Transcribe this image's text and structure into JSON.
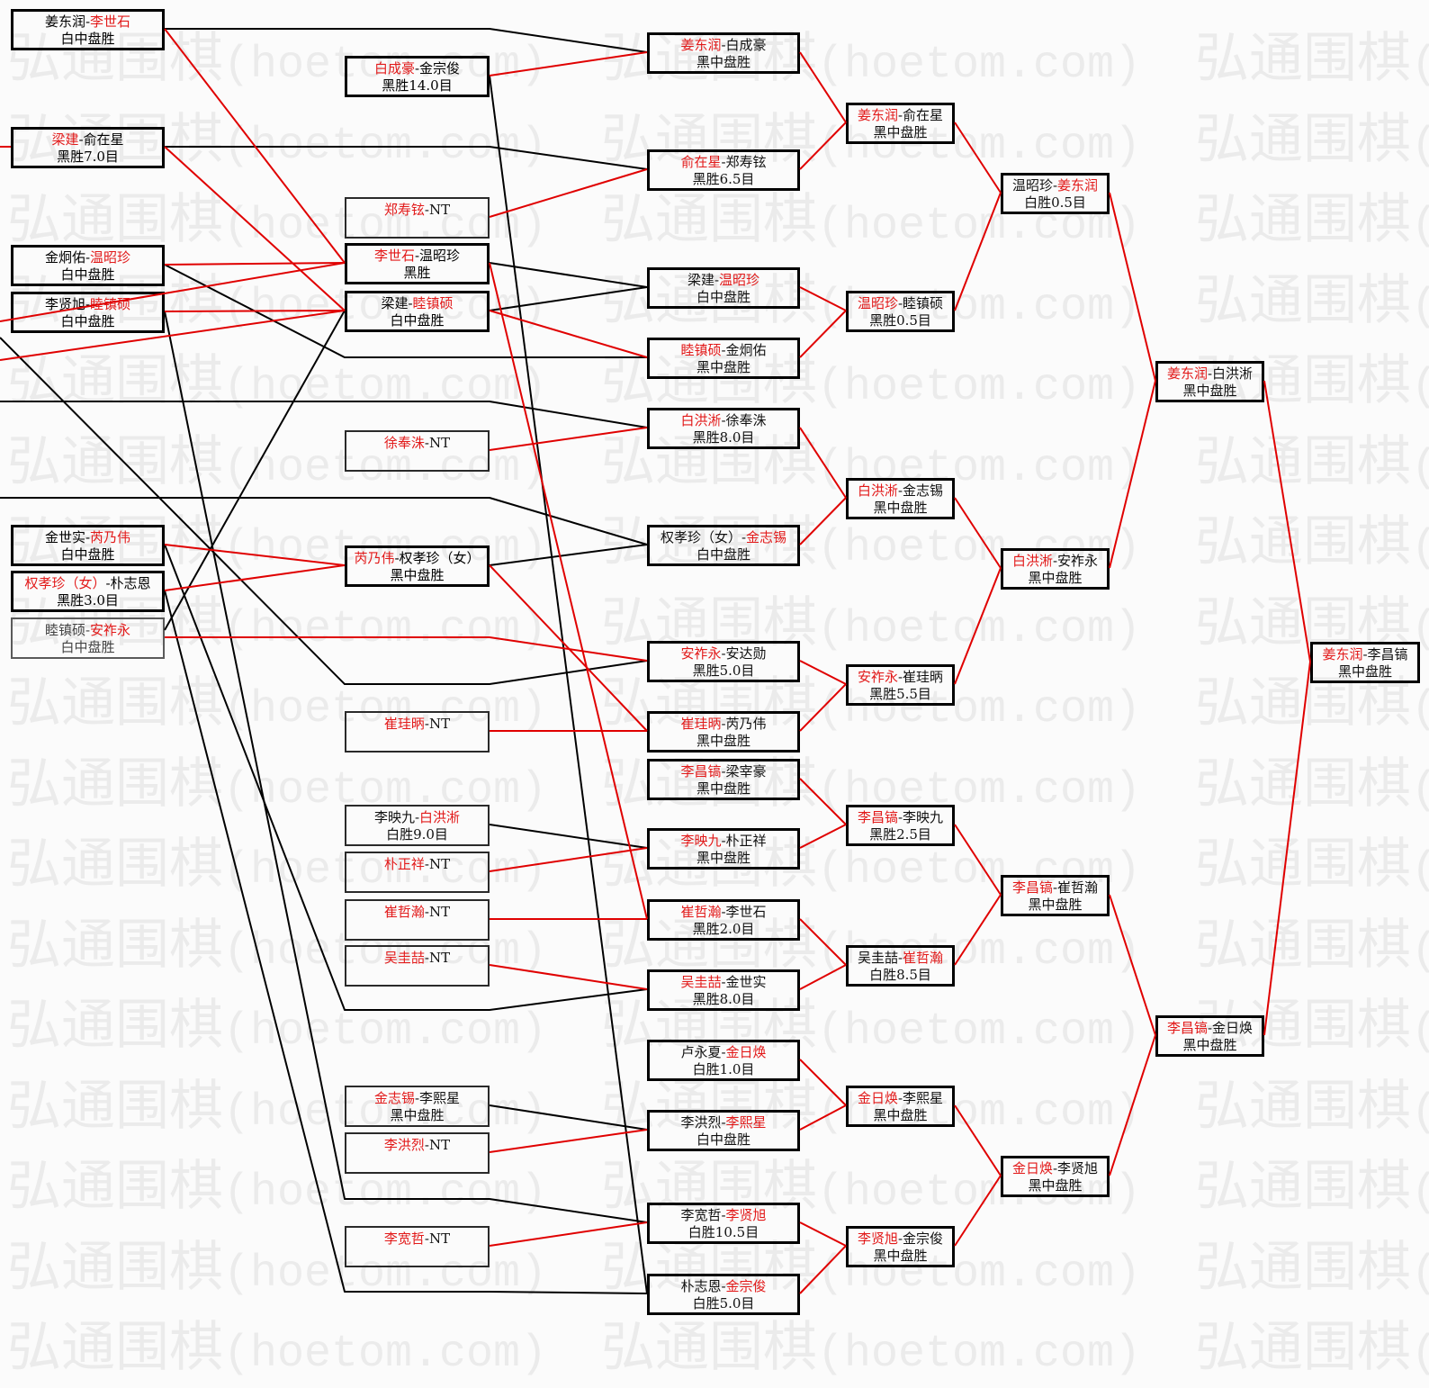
{
  "watermark": {
    "cn": "弘通围棋",
    "en": "(hoetom.com)"
  },
  "separator": "-",
  "colors": {
    "winner_text": "#e21a1a",
    "winner_line": "#e00000",
    "other_line": "#000000",
    "background": "#fbfbfb"
  },
  "bracket": {
    "col1": [
      {
        "p1": "姜东润",
        "p2": "李世石",
        "winner": "p2",
        "result": "白中盘胜"
      },
      {
        "p1": "梁建",
        "p2": "俞在星",
        "winner": "p1",
        "result": "黑胜7.0目"
      },
      {
        "p1": "金炯佑",
        "p2": "温昭珍",
        "winner": "p2",
        "result": "白中盘胜"
      },
      {
        "p1": "李贤旭",
        "p2": "睦镇硕",
        "winner": "p2",
        "result": "白中盘胜"
      },
      {
        "p1": "金世实",
        "p2": "芮乃伟",
        "winner": "p2",
        "result": "白中盘胜"
      },
      {
        "p1": "权孝珍（女）",
        "p2": "朴志恩",
        "winner": "p1",
        "result": "黑胜3.0目"
      },
      {
        "p1": "睦镇硕",
        "p2": "安祚永",
        "winner": "p2",
        "result": "白中盘胜"
      }
    ],
    "col2": [
      {
        "p1": "白成豪",
        "p2": "金宗俊",
        "winner": "p1",
        "result": "黑胜14.0目"
      },
      {
        "p1": "郑寿铉",
        "p2": "NT",
        "winner": "p1",
        "result": ""
      },
      {
        "p1": "李世石",
        "p2": "温昭珍",
        "winner": "p1",
        "result": "黑胜"
      },
      {
        "p1": "梁建",
        "p2": "睦镇硕",
        "winner": "p2",
        "result": "白中盘胜"
      },
      {
        "p1": "徐奉洙",
        "p2": "NT",
        "winner": "p1",
        "result": ""
      },
      {
        "p1": "芮乃伟",
        "p2": "权孝珍（女）",
        "winner": "p1",
        "result": "黑中盘胜"
      },
      {
        "p1": "崔珪昞",
        "p2": "NT",
        "winner": "p1",
        "result": ""
      },
      {
        "p1": "李映九",
        "p2": "白洪淅",
        "winner": "p2",
        "result": "白胜9.0目"
      },
      {
        "p1": "朴正祥",
        "p2": "NT",
        "winner": "p1",
        "result": ""
      },
      {
        "p1": "崔哲瀚",
        "p2": "NT",
        "winner": "p1",
        "result": ""
      },
      {
        "p1": "吴圭喆",
        "p2": "NT",
        "winner": "p1",
        "result": ""
      },
      {
        "p1": "金志锡",
        "p2": "李熙星",
        "winner": "p1",
        "result": "黑中盘胜"
      },
      {
        "p1": "李洪烈",
        "p2": "NT",
        "winner": "p1",
        "result": ""
      },
      {
        "p1": "李宽哲",
        "p2": "NT",
        "winner": "p1",
        "result": ""
      }
    ],
    "col3": [
      {
        "p1": "姜东润",
        "p2": "白成豪",
        "winner": "p1",
        "result": "黑中盘胜"
      },
      {
        "p1": "俞在星",
        "p2": "郑寿铉",
        "winner": "p1",
        "result": "黑胜6.5目"
      },
      {
        "p1": "梁建",
        "p2": "温昭珍",
        "winner": "p2",
        "result": "白中盘胜"
      },
      {
        "p1": "睦镇硕",
        "p2": "金炯佑",
        "winner": "p1",
        "result": "黑中盘胜"
      },
      {
        "p1": "白洪淅",
        "p2": "徐奉洙",
        "winner": "p1",
        "result": "黑胜8.0目"
      },
      {
        "p1": "权孝珍（女）",
        "p2": "金志锡",
        "winner": "p2",
        "result": "白中盘胜"
      },
      {
        "p1": "安祚永",
        "p2": "安达勋",
        "winner": "p1",
        "result": "黑胜5.0目"
      },
      {
        "p1": "崔珪昞",
        "p2": "芮乃伟",
        "winner": "p1",
        "result": "黑中盘胜"
      },
      {
        "p1": "李昌镐",
        "p2": "梁宰豪",
        "winner": "p1",
        "result": "黑中盘胜"
      },
      {
        "p1": "李映九",
        "p2": "朴正祥",
        "winner": "p1",
        "result": "黑中盘胜"
      },
      {
        "p1": "崔哲瀚",
        "p2": "李世石",
        "winner": "p1",
        "result": "黑胜2.0目"
      },
      {
        "p1": "吴圭喆",
        "p2": "金世实",
        "winner": "p1",
        "result": "黑胜8.0目"
      },
      {
        "p1": "卢永夏",
        "p2": "金日焕",
        "winner": "p2",
        "result": "白胜1.0目"
      },
      {
        "p1": "李洪烈",
        "p2": "李熙星",
        "winner": "p2",
        "result": "白中盘胜"
      },
      {
        "p1": "李宽哲",
        "p2": "李贤旭",
        "winner": "p2",
        "result": "白胜10.5目"
      },
      {
        "p1": "朴志恩",
        "p2": "金宗俊",
        "winner": "p2",
        "result": "白胜5.0目"
      }
    ],
    "col4": [
      {
        "p1": "姜东润",
        "p2": "俞在星",
        "winner": "p1",
        "result": "黑中盘胜"
      },
      {
        "p1": "温昭珍",
        "p2": "睦镇硕",
        "winner": "p1",
        "result": "黑胜0.5目"
      },
      {
        "p1": "白洪淅",
        "p2": "金志锡",
        "winner": "p1",
        "result": "黑中盘胜"
      },
      {
        "p1": "安祚永",
        "p2": "崔珪昞",
        "winner": "p1",
        "result": "黑胜5.5目"
      },
      {
        "p1": "李昌镐",
        "p2": "李映九",
        "winner": "p1",
        "result": "黑胜2.5目"
      },
      {
        "p1": "吴圭喆",
        "p2": "崔哲瀚",
        "winner": "p2",
        "result": "白胜8.5目"
      },
      {
        "p1": "金日焕",
        "p2": "李熙星",
        "winner": "p1",
        "result": "黑中盘胜"
      },
      {
        "p1": "李贤旭",
        "p2": "金宗俊",
        "winner": "p1",
        "result": "黑中盘胜"
      }
    ],
    "col5": [
      {
        "p1": "温昭珍",
        "p2": "姜东润",
        "winner": "p2",
        "result": "白胜0.5目"
      },
      {
        "p1": "白洪淅",
        "p2": "安祚永",
        "winner": "p1",
        "result": "黑中盘胜"
      },
      {
        "p1": "李昌镐",
        "p2": "崔哲瀚",
        "winner": "p1",
        "result": "黑中盘胜"
      },
      {
        "p1": "金日焕",
        "p2": "李贤旭",
        "winner": "p1",
        "result": "黑中盘胜"
      }
    ],
    "col6": [
      {
        "p1": "姜东润",
        "p2": "白洪淅",
        "winner": "p1",
        "result": "黑中盘胜"
      },
      {
        "p1": "李昌镐",
        "p2": "金日焕",
        "winner": "p1",
        "result": "黑中盘胜"
      }
    ],
    "col7": [
      {
        "p1": "姜东润",
        "p2": "李昌镐",
        "winner": "p1",
        "result": "黑中盘胜"
      }
    ]
  }
}
